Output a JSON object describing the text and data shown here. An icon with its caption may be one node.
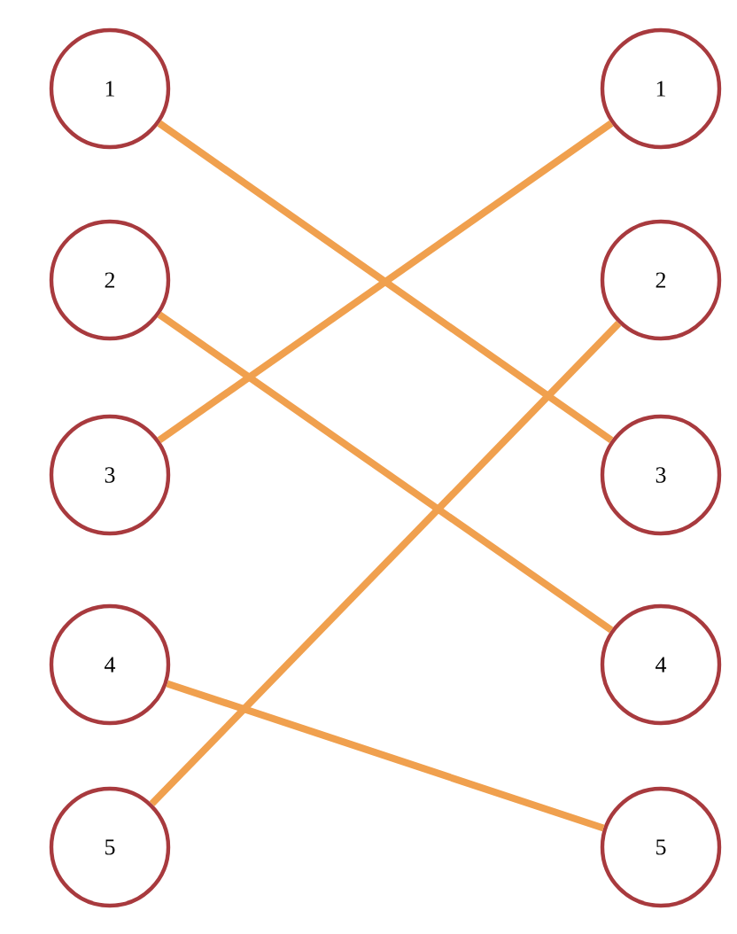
{
  "diagram": {
    "nodes": [
      {
        "text": [
          "1"
        ]
      },
      {
        "text": [
          "1"
        ]
      },
      {
        "text": [
          "2"
        ]
      },
      {
        "text": [
          "2"
        ]
      },
      {
        "text": [
          "3"
        ]
      },
      {
        "text": [
          "3"
        ]
      },
      {
        "text": [
          "4"
        ]
      },
      {
        "text": [
          "4"
        ]
      },
      {
        "text": [
          "5"
        ]
      },
      {
        "text": [
          "5"
        ]
      }
    ],
    "edges": [
      {
        "from": 0,
        "to": 5,
        "arrow": "none"
      },
      {
        "from": 2,
        "to": 7,
        "arrow": "none"
      },
      {
        "from": 4,
        "to": 1,
        "arrow": "none"
      },
      {
        "from": 6,
        "to": 9,
        "arrow": "none"
      },
      {
        "from": 8,
        "to": 3,
        "arrow": "none"
      }
    ]
  }
}
